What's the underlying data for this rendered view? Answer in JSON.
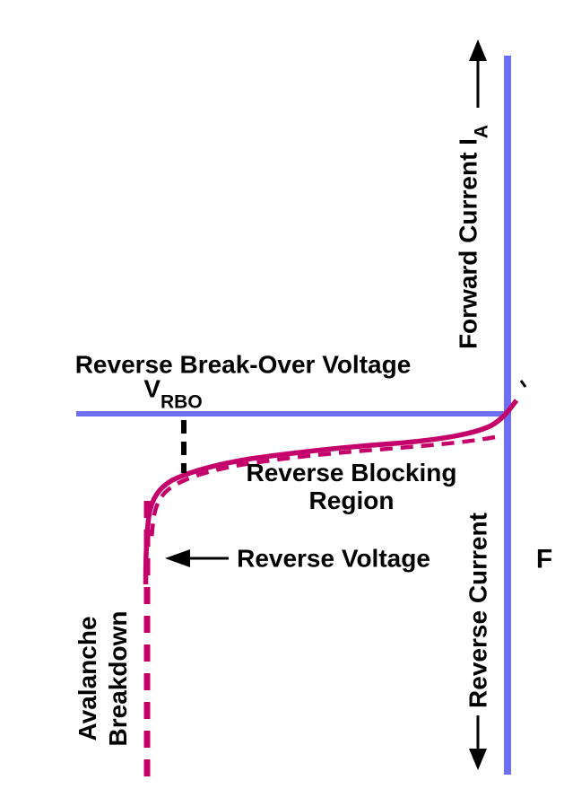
{
  "labels": {
    "forward_current_main": "Forward Current I",
    "forward_current_sub": "A",
    "reverse_break_over_title": "Reverse Break-Over Voltage",
    "vrbo_main": "V",
    "vrbo_sub": "RBO",
    "reverse_blocking_line1": "Reverse Blocking",
    "reverse_blocking_line2": "Region",
    "reverse_voltage": "Reverse Voltage",
    "avalanche_line1": "Avalanche",
    "avalanche_line2": "Breakdown",
    "reverse_current": "Reverse Current",
    "forward_partial": "F"
  },
  "colors": {
    "axis_blue": "#6E6EF0",
    "curve_magenta": "#C4006B",
    "ink_black": "#000000",
    "background": "#FFFFFF"
  }
}
